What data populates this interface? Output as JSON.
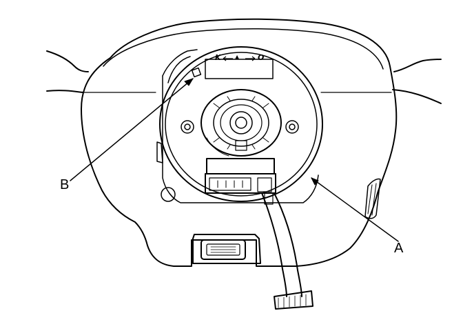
{
  "diagram": {
    "callouts": {
      "a": "A",
      "b": "B"
    },
    "clock_spring_marks": {
      "left": "K",
      "center": "▲",
      "right": "O"
    }
  }
}
